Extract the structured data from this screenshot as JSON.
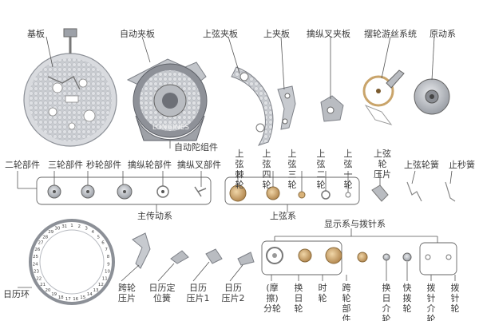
{
  "top_labels": {
    "mainplate": "基板",
    "auto_bridge": "自动夹板",
    "winding_bridge": "上弦夹板",
    "upper_bridge": "上夹板",
    "lever_fork_bridge": "擒纵叉夹板",
    "balance_system": "摆轮游丝系统",
    "barrel_system": "原动系"
  },
  "rotor_label": "自动陀组件",
  "train": {
    "parts": [
      "二轮部件",
      "三轮部件",
      "秒轮部件",
      "擒纵轮部件",
      "擒纵叉部件"
    ],
    "group": "主传动系"
  },
  "winding": {
    "parts": [
      [
        "上弦",
        "棘轮"
      ],
      [
        "上弦",
        "四轮"
      ],
      [
        "上弦",
        "三轮"
      ],
      [
        "上弦",
        "二轮"
      ],
      [
        "上弦",
        "一轮"
      ]
    ],
    "group": "上弦系",
    "clamp": [
      "上弦轮",
      "压片"
    ],
    "spring": "上弦轮簧",
    "stop_spring": "止秒簧"
  },
  "display": {
    "group": "显示系与拨针系",
    "parts": [
      [
        "(摩擦)",
        "分轮"
      ],
      [
        "换日",
        "轮"
      ],
      [
        "时",
        "轮"
      ],
      [
        "跨轮",
        "部件"
      ],
      [
        "换日",
        "介轮"
      ],
      [
        "快拨",
        "轮"
      ],
      [
        "拨针",
        "介轮"
      ],
      [
        "拨针",
        "轮"
      ]
    ]
  },
  "calendar": {
    "ring": "日历环",
    "parts": [
      [
        "跨轮",
        "压片"
      ],
      [
        "日历定",
        "位簧"
      ],
      [
        "日历",
        "压片1"
      ],
      [
        "日历",
        "压片2"
      ]
    ],
    "ring_numbers": [
      "1",
      "2",
      "3",
      "4",
      "5",
      "6",
      "7",
      "8",
      "9",
      "10",
      "11",
      "12",
      "13",
      "14",
      "15",
      "16",
      "17",
      "18",
      "19",
      "20",
      "21",
      "22",
      "23",
      "24",
      "25",
      "26",
      "27",
      "28",
      "29",
      "30",
      "31"
    ]
  },
  "rotor_brand": "LONGINES",
  "colors": {
    "line": "#555555",
    "steel": "#b9bcc1",
    "steel_dark": "#7d8087",
    "brass": "#c9a46a",
    "gold": "#e0b98a"
  }
}
